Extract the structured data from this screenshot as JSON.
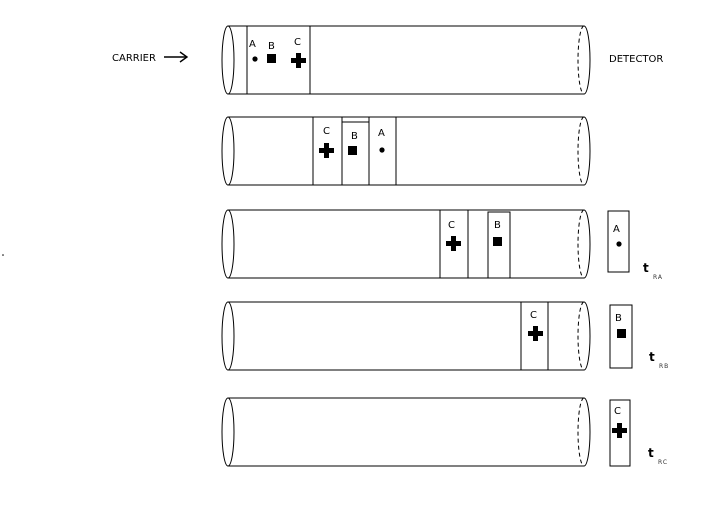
{
  "labels": {
    "carrier": "CARRIER",
    "detector": "DETECTOR"
  },
  "components": {
    "a": "A",
    "b": "B",
    "c": "C"
  },
  "retention": {
    "t": "t",
    "ra": "RA",
    "rb": "RB",
    "rc": "RC"
  },
  "icons": {
    "dot": "dot-icon",
    "square": "square-icon",
    "plus": "plus-icon",
    "arrow": "right-arrow-icon"
  }
}
